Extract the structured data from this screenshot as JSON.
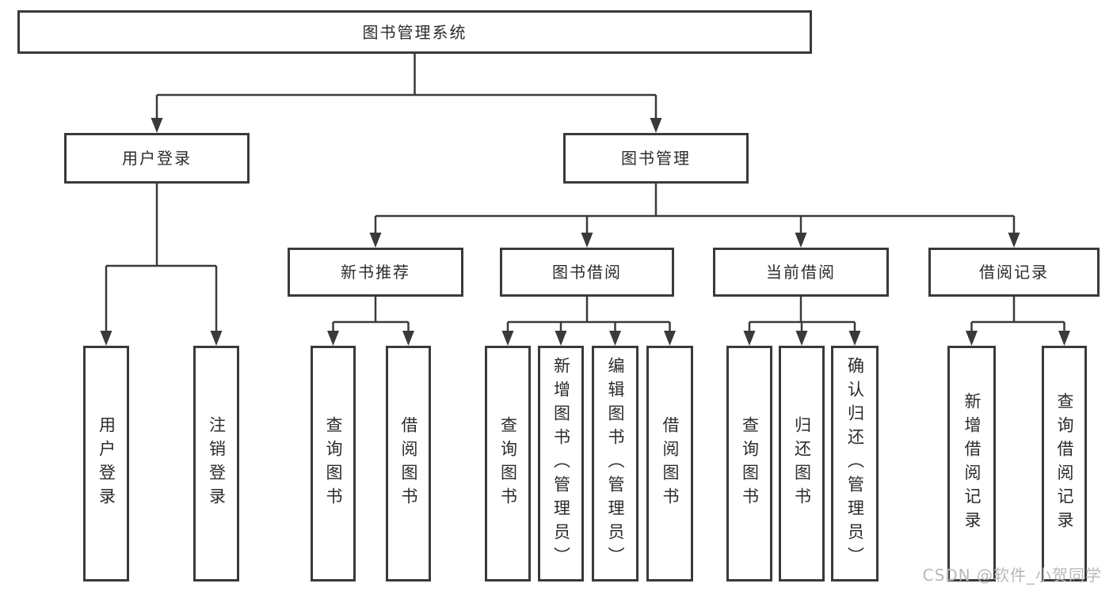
{
  "diagram": {
    "title": "图书管理系统",
    "groups": [
      {
        "label": "用户登录",
        "leaves": [
          "用户登录",
          "注销登录"
        ]
      },
      {
        "label": "图书管理",
        "sections": [
          {
            "label": "新书推荐",
            "leaves": [
              "查询图书",
              "借阅图书"
            ]
          },
          {
            "label": "图书借阅",
            "leaves": [
              "查询图书",
              "新增图书（管理员）",
              "编辑图书（管理员）",
              "借阅图书"
            ]
          },
          {
            "label": "当前借阅",
            "leaves": [
              "查询图书",
              "归还图书",
              "确认归还（管理员）"
            ]
          },
          {
            "label": "借阅记录",
            "leaves": [
              "新增借阅记录",
              "查询借阅记录"
            ]
          }
        ]
      }
    ]
  },
  "watermark": {
    "text": "CSDN @软件_小贺同学"
  },
  "colors": {
    "line": "#3a3a3a",
    "text": "#2b2b2b",
    "watermark": "#b8b8b8",
    "background": "#ffffff"
  }
}
